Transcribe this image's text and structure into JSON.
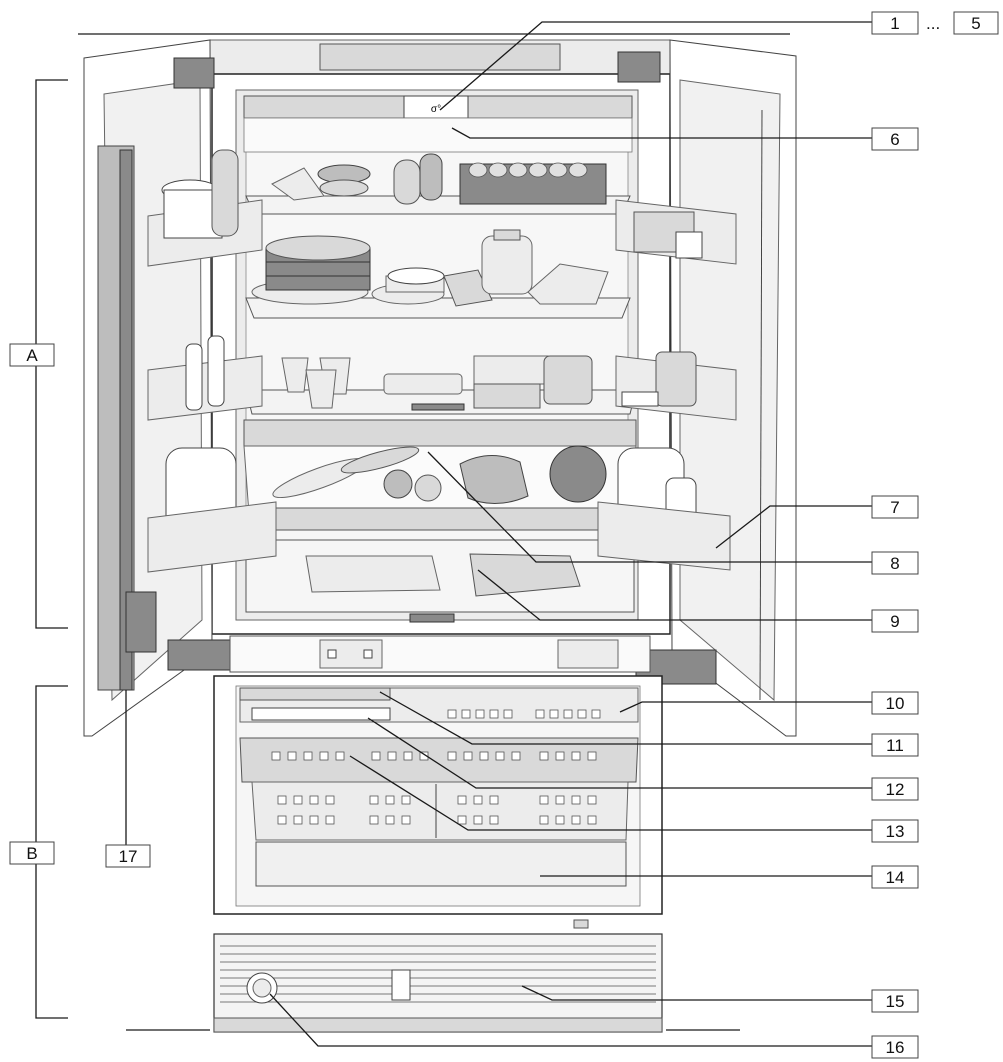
{
  "callouts": {
    "c1": "1",
    "ellipsis": "...",
    "c5": "5",
    "c6": "6",
    "c7": "7",
    "c8": "8",
    "c9": "9",
    "c10": "10",
    "c11": "11",
    "c12": "12",
    "c13": "13",
    "c14": "14",
    "c15": "15",
    "c16": "16",
    "c17": "17",
    "cA": "A",
    "cB": "B"
  },
  "control_panel_symbol": "σ°"
}
